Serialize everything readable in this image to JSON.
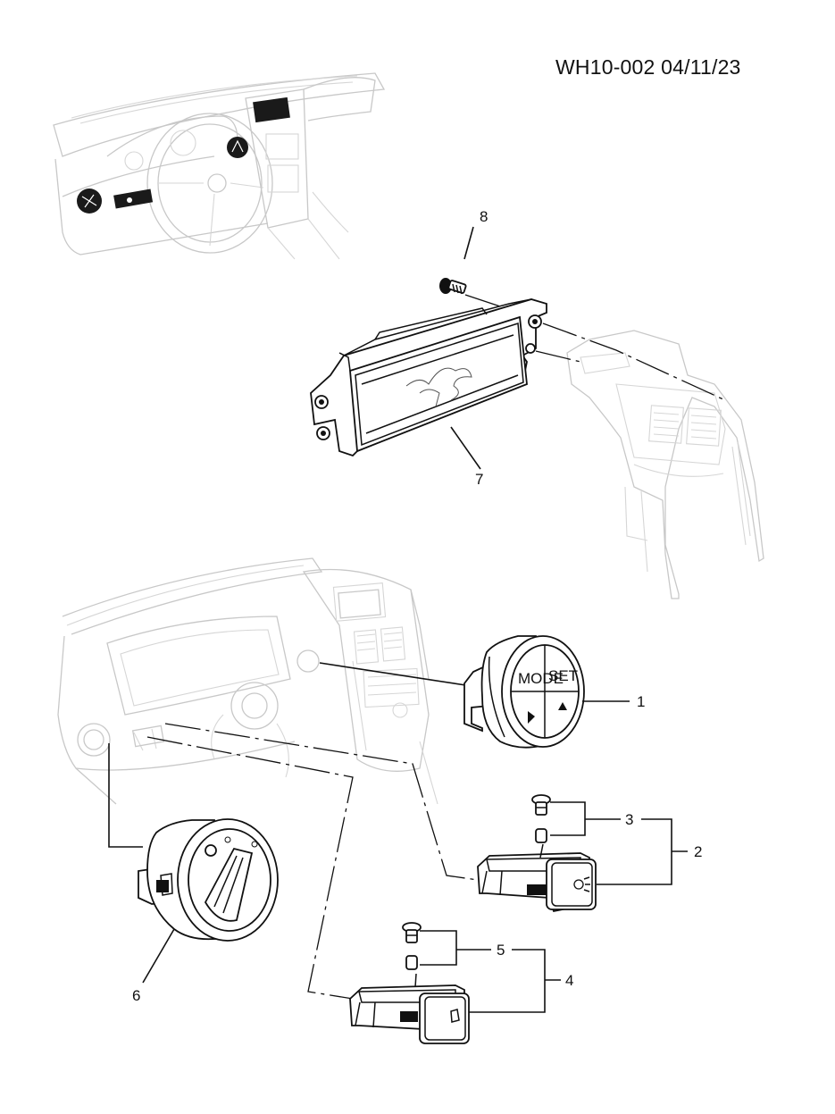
{
  "header": {
    "document_id": "WH10-002  04/11/23"
  },
  "callouts": [
    {
      "id": "1",
      "label": "1"
    },
    {
      "id": "2",
      "label": "2"
    },
    {
      "id": "3",
      "label": "3"
    },
    {
      "id": "4",
      "label": "4"
    },
    {
      "id": "5",
      "label": "5"
    },
    {
      "id": "6",
      "label": "6"
    },
    {
      "id": "7",
      "label": "7"
    },
    {
      "id": "8",
      "label": "8"
    }
  ],
  "control_button_labels": {
    "mode": "MODE",
    "set": "SET"
  },
  "colors": {
    "line": "#111111",
    "ghost": "#c8c8c8",
    "background": "#ffffff"
  }
}
